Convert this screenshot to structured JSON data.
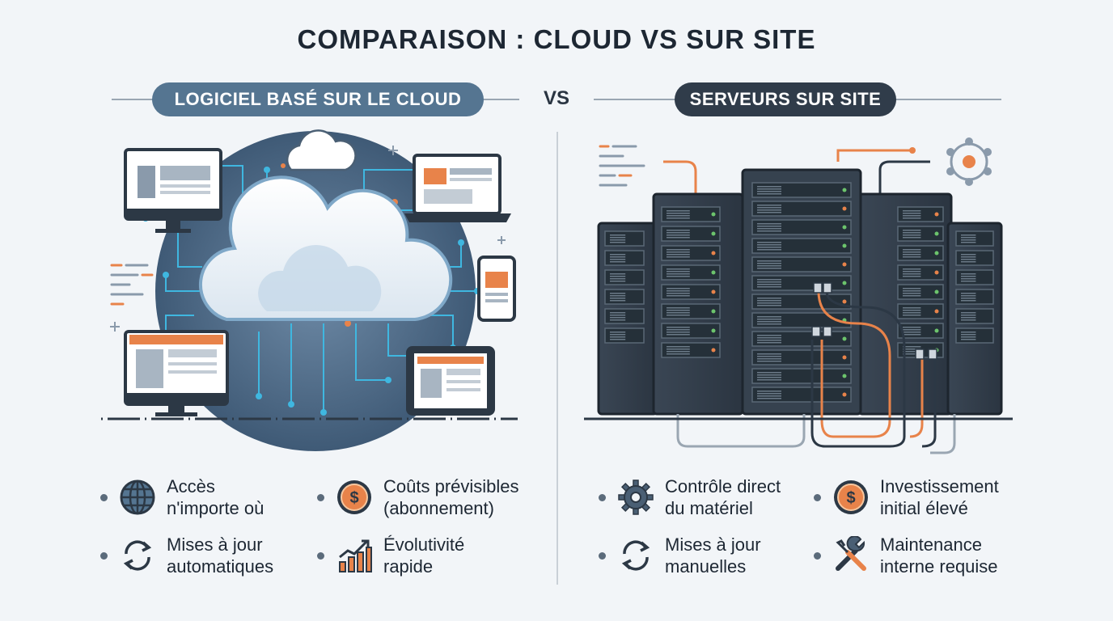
{
  "title": "COMPARAISON : CLOUD VS SUR SITE",
  "vs_label": "VS",
  "left": {
    "header": "LOGICIEL BASÉ SUR LE CLOUD",
    "features": [
      {
        "icon": "globe-icon",
        "lines": [
          "Accès",
          "n'importe où"
        ]
      },
      {
        "icon": "dollar-coin-icon",
        "lines": [
          "Coûts prévisibles",
          "(abonnement)"
        ]
      },
      {
        "icon": "sync-arrows-icon",
        "lines": [
          "Mises à jour",
          "automatiques"
        ]
      },
      {
        "icon": "growth-chart-icon",
        "lines": [
          "Évolutivité",
          "rapide"
        ]
      }
    ]
  },
  "right": {
    "header": "SERVEURS SUR SITE",
    "features": [
      {
        "icon": "gear-icon",
        "lines": [
          "Contrôle direct",
          "du matériel"
        ]
      },
      {
        "icon": "dollar-coin-icon",
        "lines": [
          "Investissement",
          "initial élevé"
        ]
      },
      {
        "icon": "sync-arrows-icon",
        "lines": [
          "Mises à jour",
          "manuelles"
        ]
      },
      {
        "icon": "wrench-screwdriver-icon",
        "lines": [
          "Maintenance",
          "interne requise"
        ]
      }
    ]
  },
  "colors": {
    "accent_orange": "#e8834a",
    "cloud_blue": "#557591",
    "dark_navy": "#303c4a",
    "circuit_cyan": "#3fb7e0"
  }
}
